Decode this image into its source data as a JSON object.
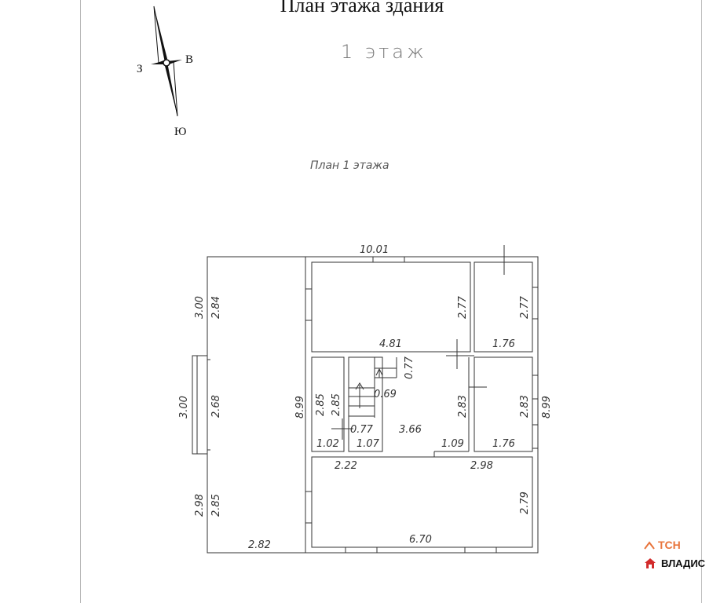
{
  "header": {
    "title": "План этажа здания",
    "floor_label": "1 этаж",
    "plan_caption": "План 1 этажа"
  },
  "compass": {
    "west": "З",
    "east": "В",
    "south": "Ю"
  },
  "dimensions": {
    "top_total": "10.01",
    "left_upper_outer": "3.00",
    "left_upper_inner": "2.84",
    "left_mid_outer": "3.00",
    "left_mid_inner": "2.68",
    "left_lower_outer": "2.98",
    "left_lower_inner": "2.85",
    "left_bottom_width": "2.82",
    "room_a_height": "2.77",
    "room_a_width": "4.81",
    "room_b_height": "2.77",
    "room_b_width": "1.76",
    "stair_width": "0.77",
    "stair_depth": "0.69",
    "mid_total_left": "8.99",
    "wc_height": "2.85",
    "stair_height": "2.85",
    "stair_bottom": "0.77",
    "hall_width": "3.66",
    "wc_width": "1.02",
    "stair_base": "1.07",
    "right_passage": "1.09",
    "room_c_height": "2.83",
    "room_c_width": "1.76",
    "room_d_height": "2.83",
    "right_total": "8.99",
    "bottom_left_span": "2.22",
    "bottom_right_span": "2.98",
    "room_e_height": "2.79",
    "room_e_width": "6.70"
  },
  "logo": {
    "top_text": "ТСН",
    "bottom_text": "ВЛАДИС",
    "color_accent": "#e8743b",
    "color_house": "#d22b2b"
  }
}
